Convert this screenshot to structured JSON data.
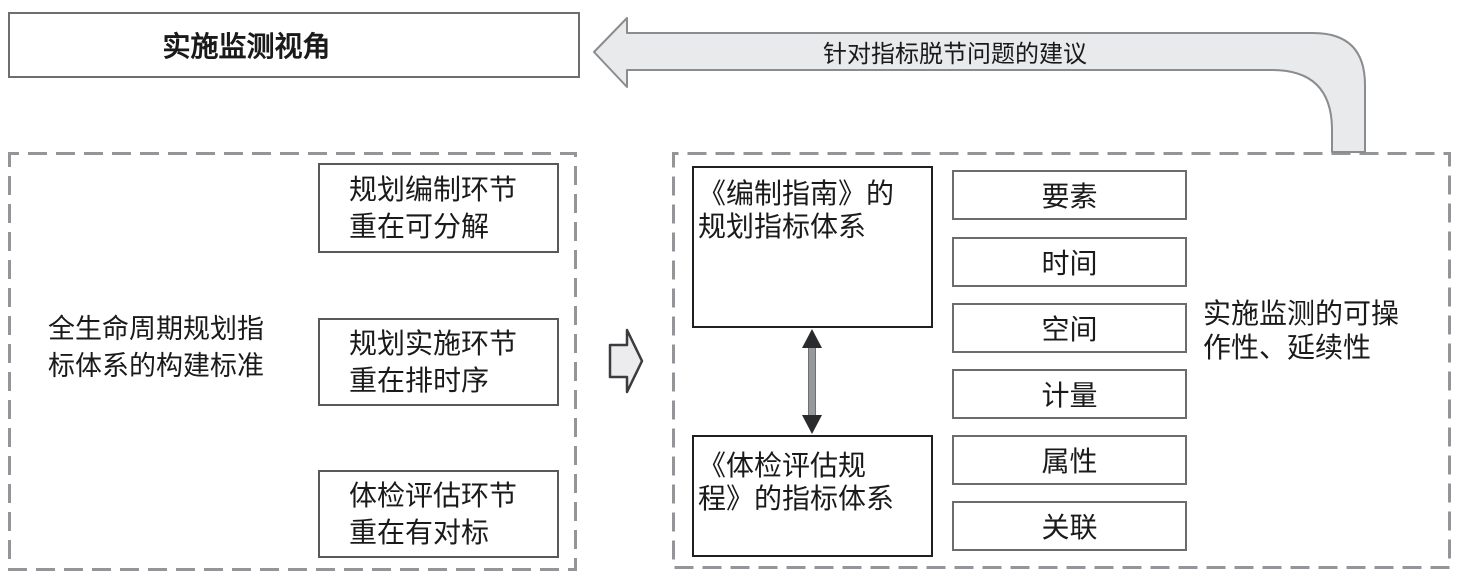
{
  "title_box": {
    "label": "实施监测视角"
  },
  "top_arrow": {
    "label": "针对指标脱节问题的建议"
  },
  "left_panel": {
    "label": "全生命周期规划指\n标体系的构建标准",
    "boxes": [
      {
        "label": "规划编制环节\n重在可分解"
      },
      {
        "label": "规划实施环节\n重在排时序"
      },
      {
        "label": "体检评估环节\n重在有对标"
      }
    ]
  },
  "right_panel": {
    "box_top": {
      "label": "《编制指南》的\n规划指标体系"
    },
    "box_bottom": {
      "label": "《体检评估规\n程》的指标体系"
    },
    "items": [
      {
        "label": "要素"
      },
      {
        "label": "时间"
      },
      {
        "label": "空间"
      },
      {
        "label": "计量"
      },
      {
        "label": "属性"
      },
      {
        "label": "关联"
      }
    ],
    "side_note": "实施监测的可操\n作性、延续性"
  },
  "colors": {
    "arrow_fill": "#e9eaec",
    "arrow_stroke": "#8a8c90",
    "dash_stroke": "#939598",
    "box_border_dark": "#1f2022",
    "box_border_gray": "#58595b",
    "text": "#1a1a1a"
  }
}
